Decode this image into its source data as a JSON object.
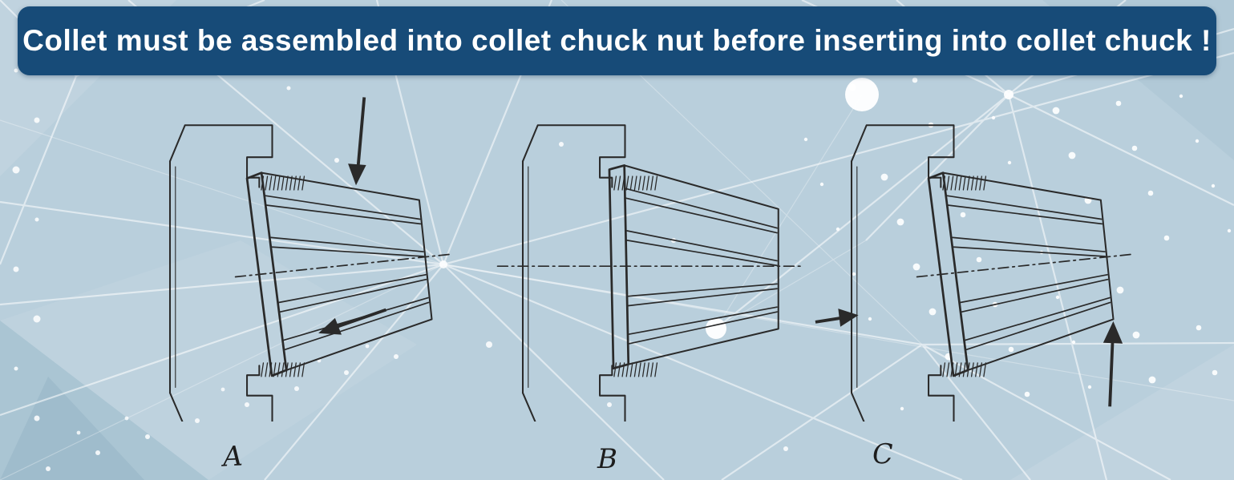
{
  "banner": {
    "text": "Collet must be assembled into collet chuck nut before inserting into collet chuck !"
  },
  "figures": [
    {
      "label": "A"
    },
    {
      "label": "B"
    },
    {
      "label": "C"
    }
  ],
  "colors": {
    "background": "#b9cfdc",
    "banner_bg": "#174b78",
    "banner_text": "#ffffff",
    "ink": "#2a2a2a",
    "pattern": "#ffffff"
  }
}
